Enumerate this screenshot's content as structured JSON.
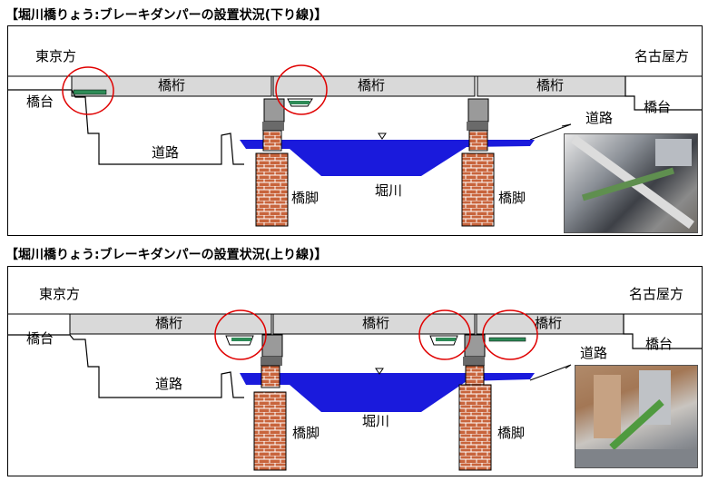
{
  "panels": [
    {
      "title": "【堀川橋りょう:ブレーキダンパーの設置状況(下り線)】",
      "left_end": "東京方",
      "right_end": "名古屋方",
      "girder_label": "橋桁",
      "abutment_left": "橋台",
      "abutment_right": "橋台",
      "road_left": "道路",
      "road_right": "道路",
      "pier_left": "橋脚",
      "pier_right": "橋脚",
      "river": "堀川"
    },
    {
      "title": "【堀川橋りょう:ブレーキダンパーの設置状況(上り線)】",
      "left_end": "東京方",
      "right_end": "名古屋方",
      "girder_label": "橋桁",
      "abutment_left": "橋台",
      "abutment_right": "橋台",
      "road_left": "道路",
      "road_right": "道路",
      "pier_left": "橋脚",
      "pier_right": "橋脚",
      "river": "堀川"
    }
  ],
  "colors": {
    "girder": "#d9d9d9",
    "river": "#1a1adc",
    "brick": "#c8643c",
    "damper": "#2e8b57",
    "highlight_circle": "#e00000"
  }
}
